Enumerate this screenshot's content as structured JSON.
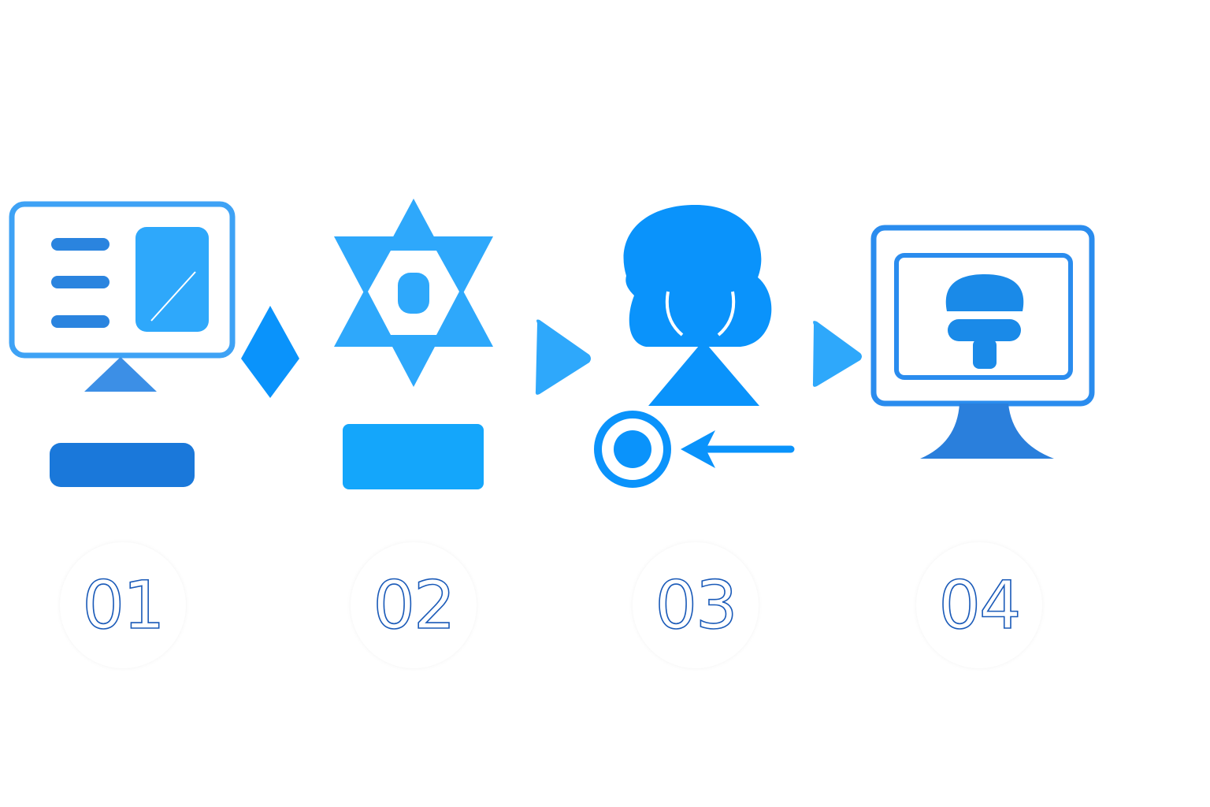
{
  "colors": {
    "light_blue": "#3ea2f5",
    "mid_blue": "#2ea8fb",
    "bright_blue": "#0a93fb",
    "dark_blue": "#1a78da",
    "outline_blue": "#1a5ab8",
    "background": "#ffffff"
  },
  "steps": [
    {
      "number": "01",
      "icon": "presentation-monitor-icon",
      "bar_color": "#1a78da"
    },
    {
      "number": "02",
      "icon": "gear-star-icon",
      "bar_color": "#14a6fb"
    },
    {
      "number": "03",
      "icon": "person-silhouette-icon",
      "extra_icon": "target-icon"
    },
    {
      "number": "04",
      "icon": "monitor-with-person-icon"
    }
  ],
  "connectors": [
    "diamond-connector-icon",
    "arrow-right-icon",
    "arrow-right-icon",
    "arrow-left-icon"
  ]
}
